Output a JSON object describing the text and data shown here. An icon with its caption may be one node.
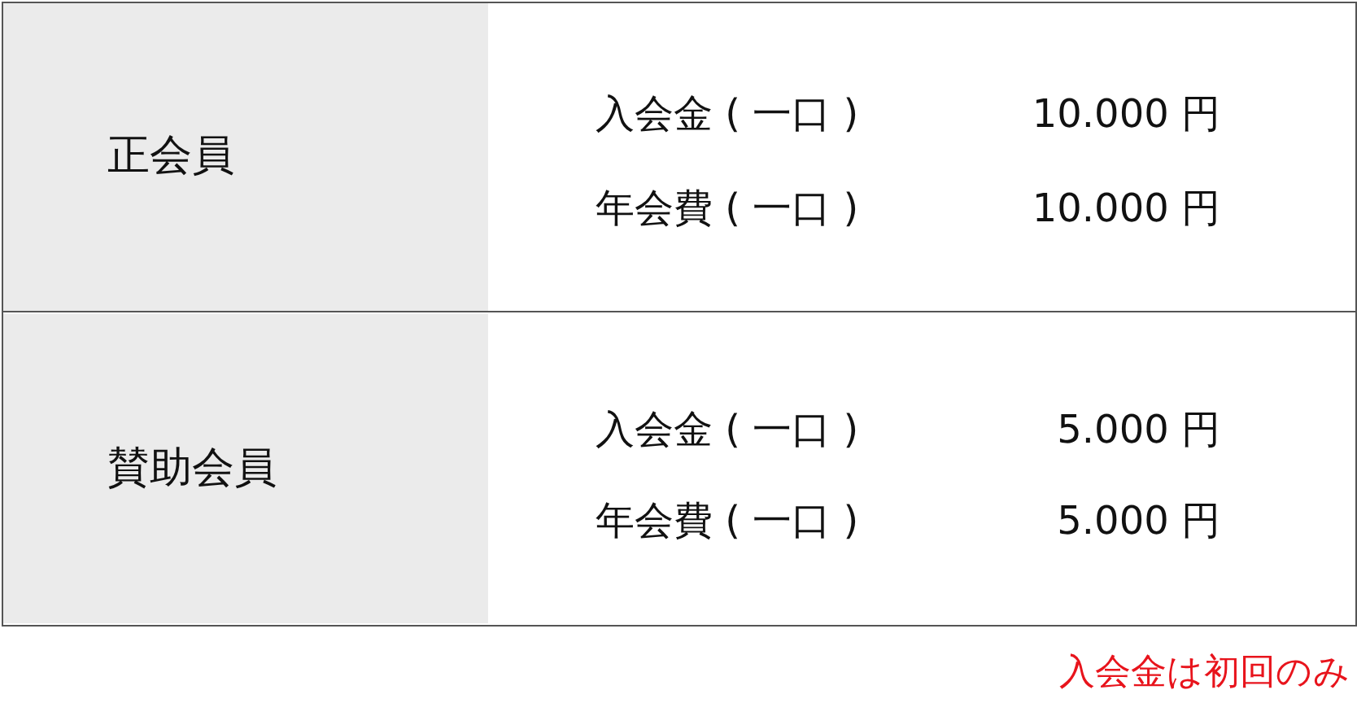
{
  "diagram": {
    "labels": [
      "正会員",
      "入会金 ( 一口 )",
      "10.000 円",
      "年会費 ( 一口 )",
      "10.000 円",
      "賛助会員",
      "入会金 ( 一口 )",
      "5.000 円",
      "年会費 ( 一口 )",
      "5.000 円",
      "入会金は初回のみ"
    ]
  }
}
